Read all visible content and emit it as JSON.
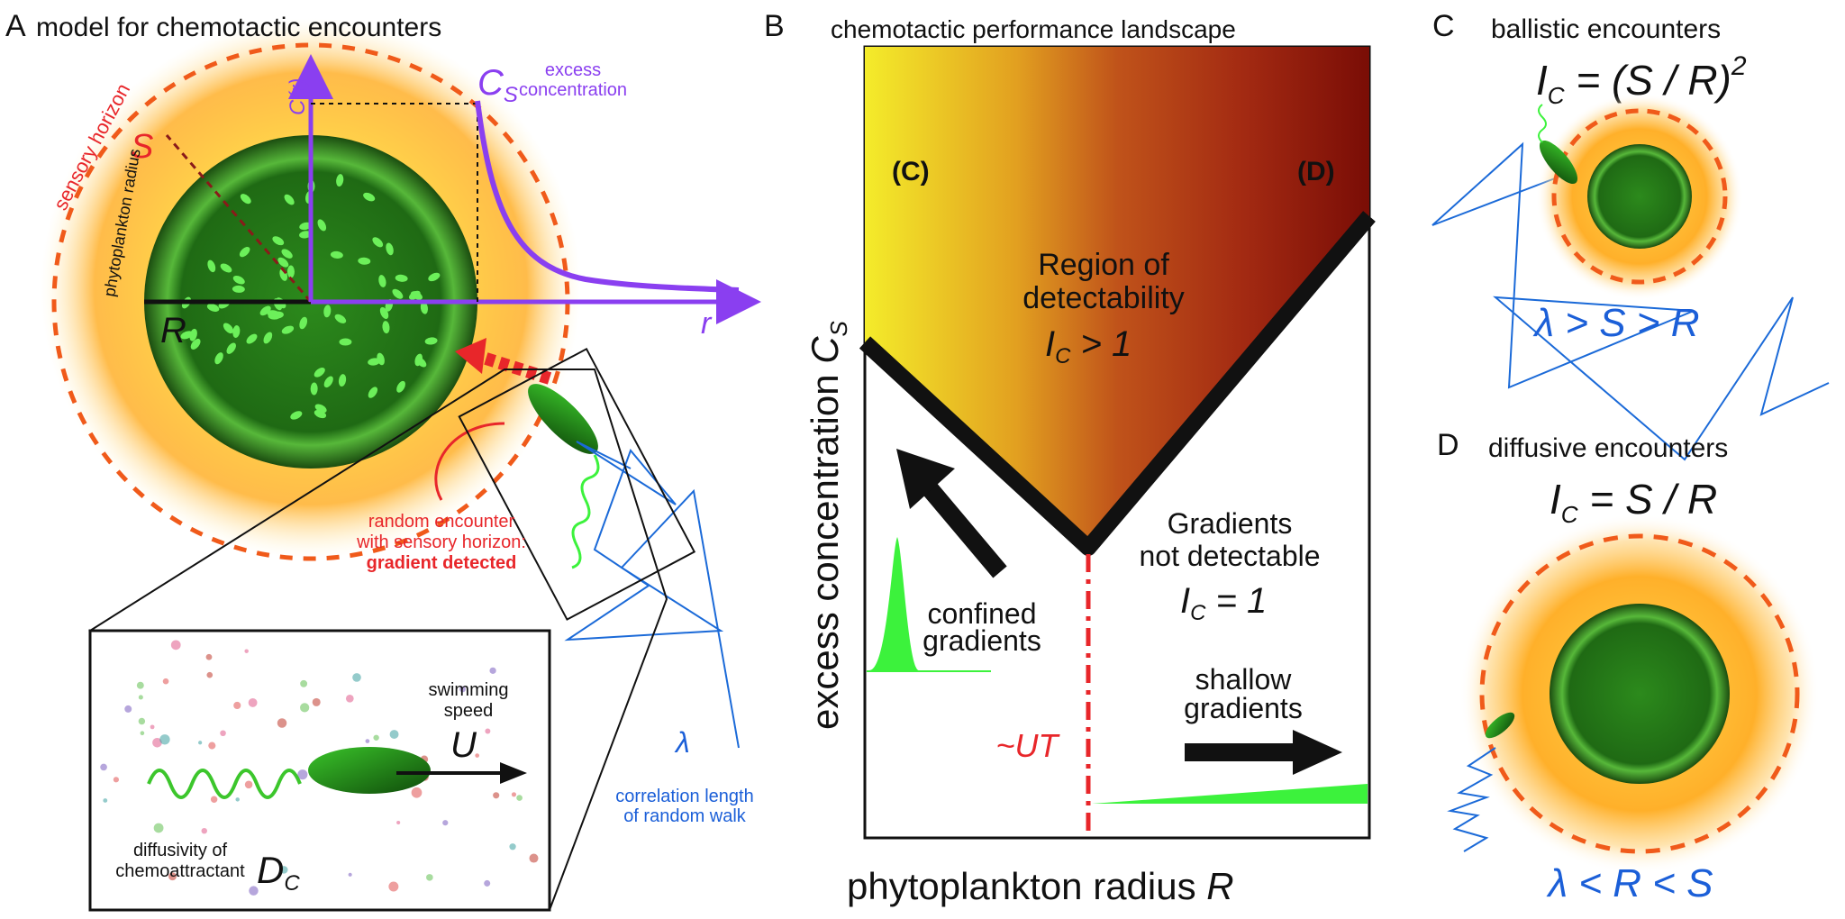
{
  "panelA": {
    "letter": "A",
    "title": "model for chemotactic encounters",
    "sensory_horizon": "sensory horizon",
    "S": "S",
    "phytoplankton_radius": "phytoplankton radius",
    "R": "R",
    "C_r": "C(r)",
    "r": "r",
    "Cs": "C",
    "Cs_sub": "S",
    "excess_line1": "excess",
    "excess_line2": "concentration",
    "enc_line1": "random encounter",
    "enc_line2": "with sensory horizon:",
    "enc_line3": "gradient detected",
    "lambda": "λ",
    "corr_line1": "correlation length",
    "corr_line2": "of random walk",
    "swim_line1": "swimming",
    "swim_line2": "speed",
    "U": "U",
    "diff_line1": "diffusivity of",
    "diff_line2": "chemoattractant",
    "Dc": "D",
    "Dc_sub": "C"
  },
  "panelB": {
    "letter": "B",
    "title": "chemotactic performance landscape",
    "label_C": "(C)",
    "label_D": "(D)",
    "region_line1": "Region of",
    "region_line2": "detectability",
    "region_ic": "I",
    "region_ic_sub": "C",
    "region_ic_rel": " > 1",
    "grad_line1": "Gradients",
    "grad_line2": "not detectable",
    "grad_ic": "I",
    "grad_ic_sub": "C",
    "grad_ic_rel": " = 1",
    "confined_line1": "confined",
    "confined_line2": "gradients",
    "shallow_line1": "shallow",
    "shallow_line2": "gradients",
    "UT": "~UT",
    "ylabel": "excess concentration ",
    "ylabel_var": "C",
    "ylabel_sub": "S",
    "xlabel": "phytoplankton radius ",
    "xlabel_var": "R"
  },
  "panelC": {
    "letter": "C",
    "title": "ballistic encounters",
    "formula_I": "I",
    "formula_sub": "C",
    "formula_rest": " = (S / R)",
    "formula_exp": "2",
    "relation": "λ > S > R"
  },
  "panelD": {
    "letter": "D",
    "title": "diffusive encounters",
    "formula_I": "I",
    "formula_sub": "C",
    "formula_rest": " = S / R",
    "relation": "λ < R < S"
  },
  "colors": {
    "sensory_red": "#e8262a",
    "purple": "#8a3ff0",
    "blue_text": "#1b5fd8",
    "dash_orange": "#f05a1a",
    "gradient_green": "#3cf23c"
  }
}
